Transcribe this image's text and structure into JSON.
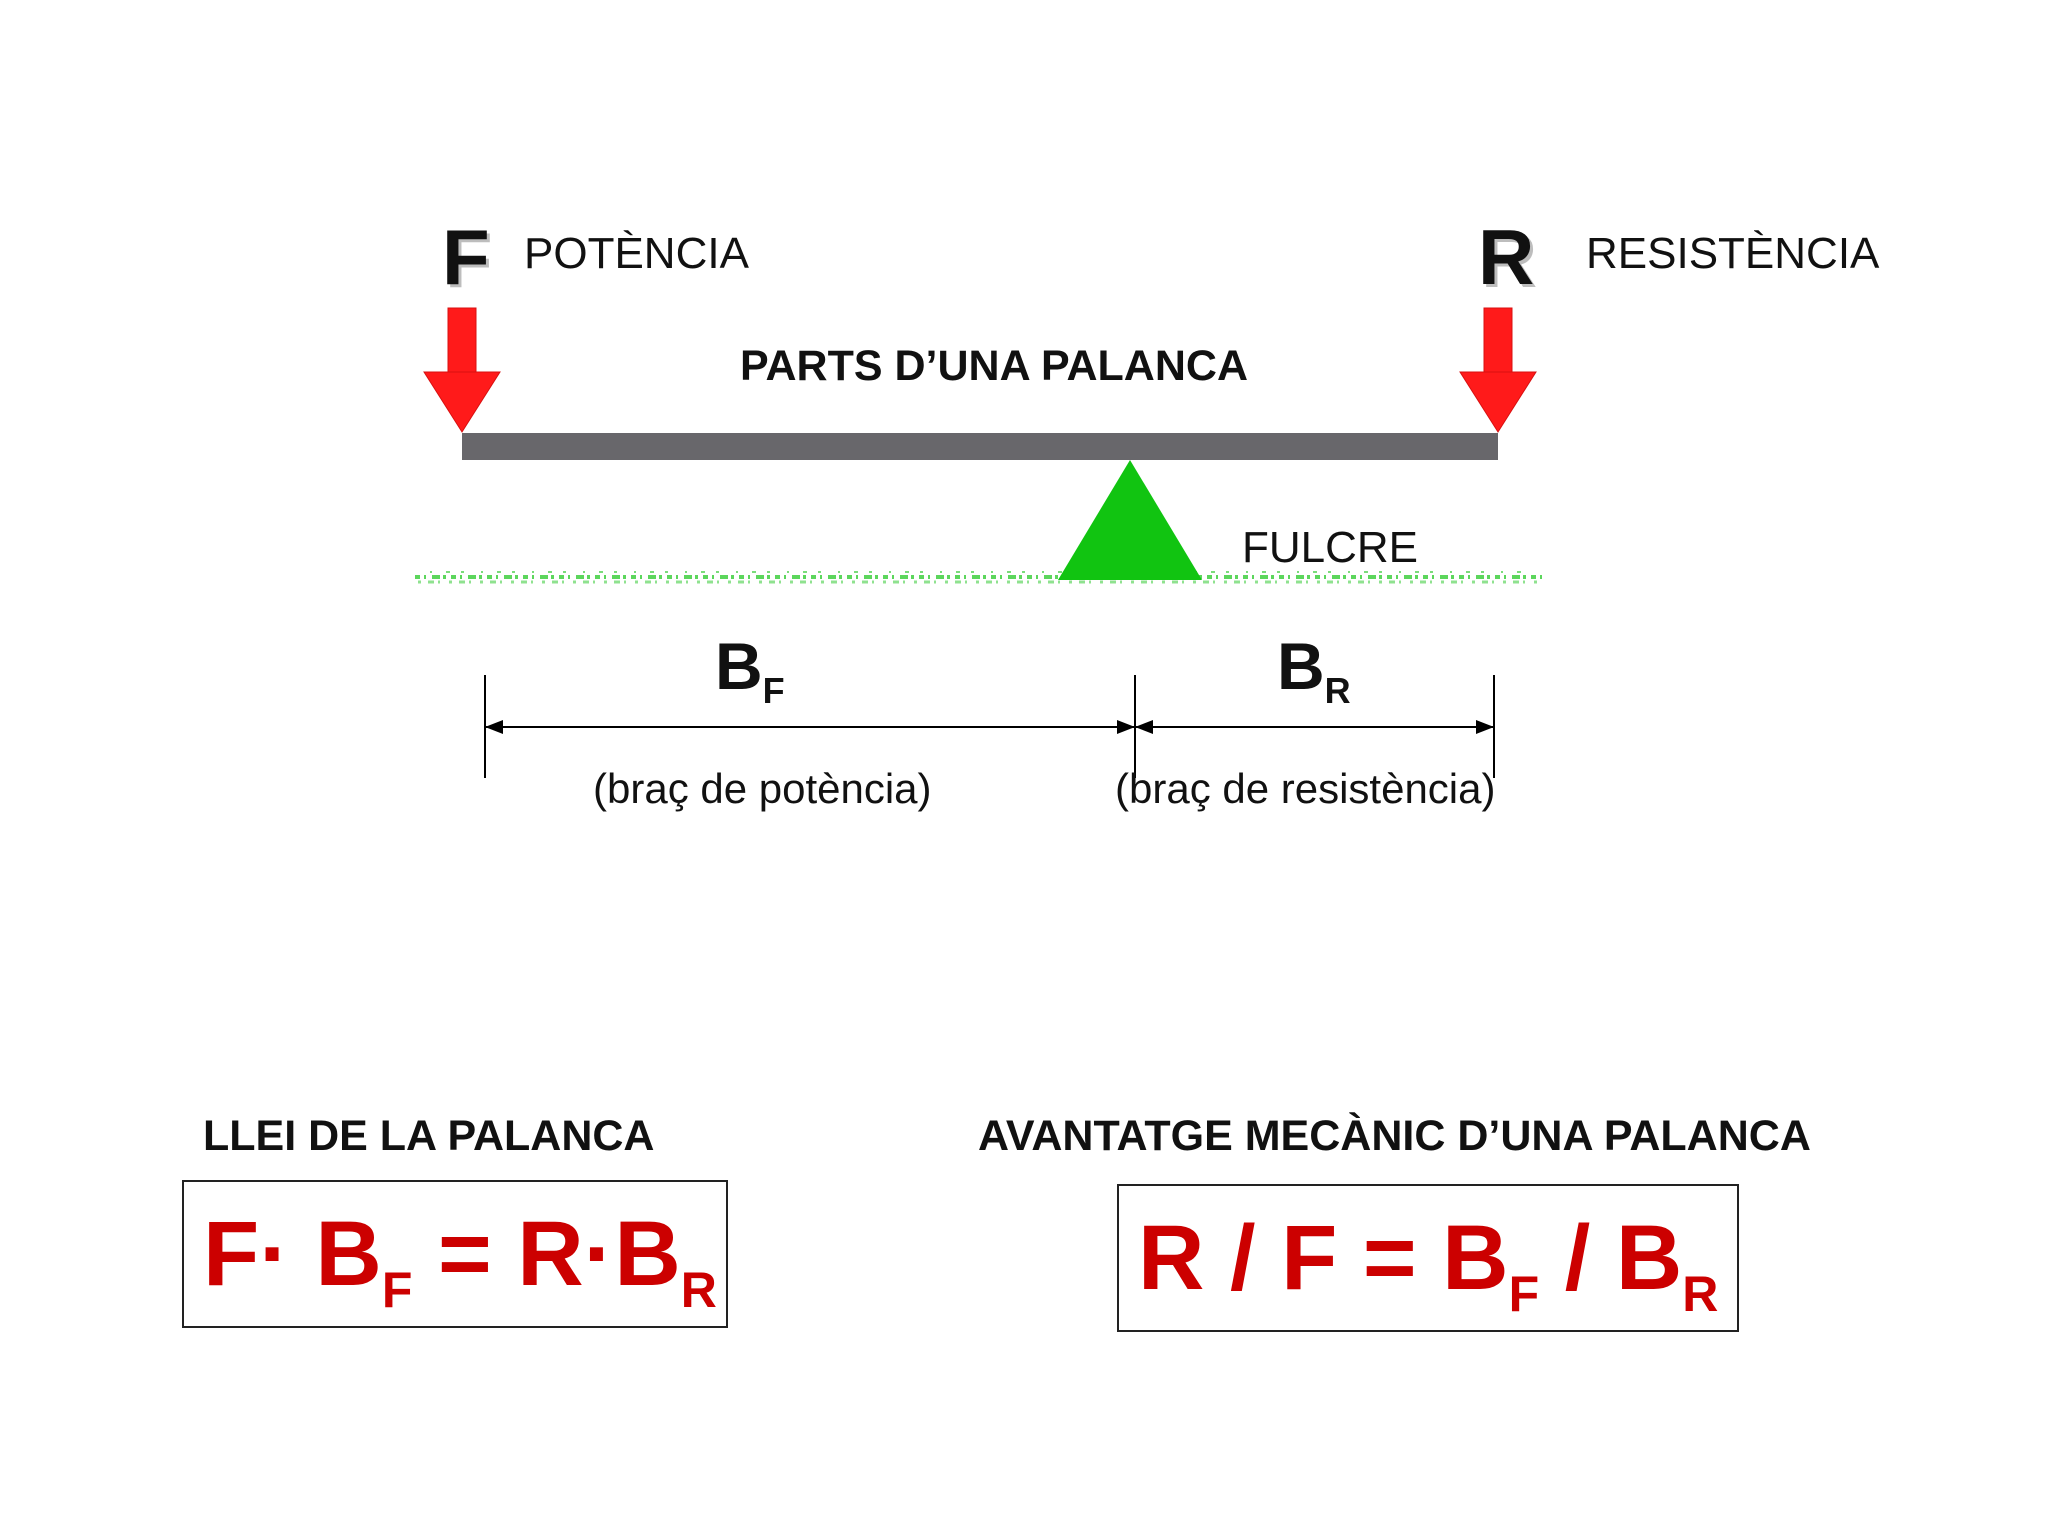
{
  "diagram": {
    "title": "PARTS D’UNA PALANCA",
    "effort": {
      "letter": "F",
      "label": "POTÈNCIA"
    },
    "load": {
      "letter": "R",
      "label": "RESISTÈNCIA"
    },
    "fulcrum_label": "FULCRE",
    "effort_arm": {
      "base": "B",
      "sub": "F",
      "text": "(braç de potència)"
    },
    "load_arm": {
      "base": "B",
      "sub": "R",
      "text": "(braç de resistència)"
    },
    "colors": {
      "arrow": "#ff1a1a",
      "beam": "#68676b",
      "fulcrum": "#11c411",
      "ground": "#5cd65c"
    }
  },
  "law": {
    "heading": "LLEI DE LA PALANCA",
    "p1": "F· B",
    "s1": "F",
    "p2": " = R·B",
    "s2": "R",
    "color": "#cc0000"
  },
  "advantage": {
    "heading": "AVANTATGE MECÀNIC D’UNA PALANCA",
    "p1": "R / F = B",
    "s1": "F",
    "p2": " / B",
    "s2": "R",
    "color": "#cc0000"
  }
}
